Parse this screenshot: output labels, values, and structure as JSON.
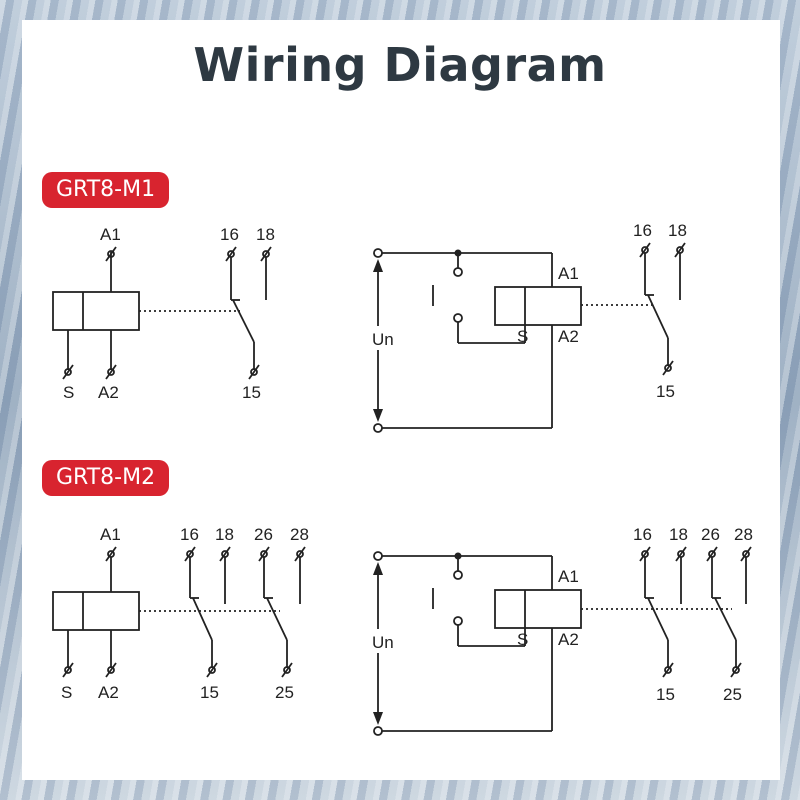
{
  "title": "Wiring Diagram",
  "models": [
    {
      "name": "GRT8-M1"
    },
    {
      "name": "GRT8-M2"
    }
  ],
  "labels": {
    "a1": "A1",
    "a2": "A2",
    "s": "S",
    "un": "Un",
    "t15": "15",
    "t16": "16",
    "t18": "18",
    "t25": "25",
    "t26": "26",
    "t28": "28"
  },
  "colors": {
    "badge": "#d8242f",
    "title": "#2e3942",
    "line": "#222222"
  }
}
